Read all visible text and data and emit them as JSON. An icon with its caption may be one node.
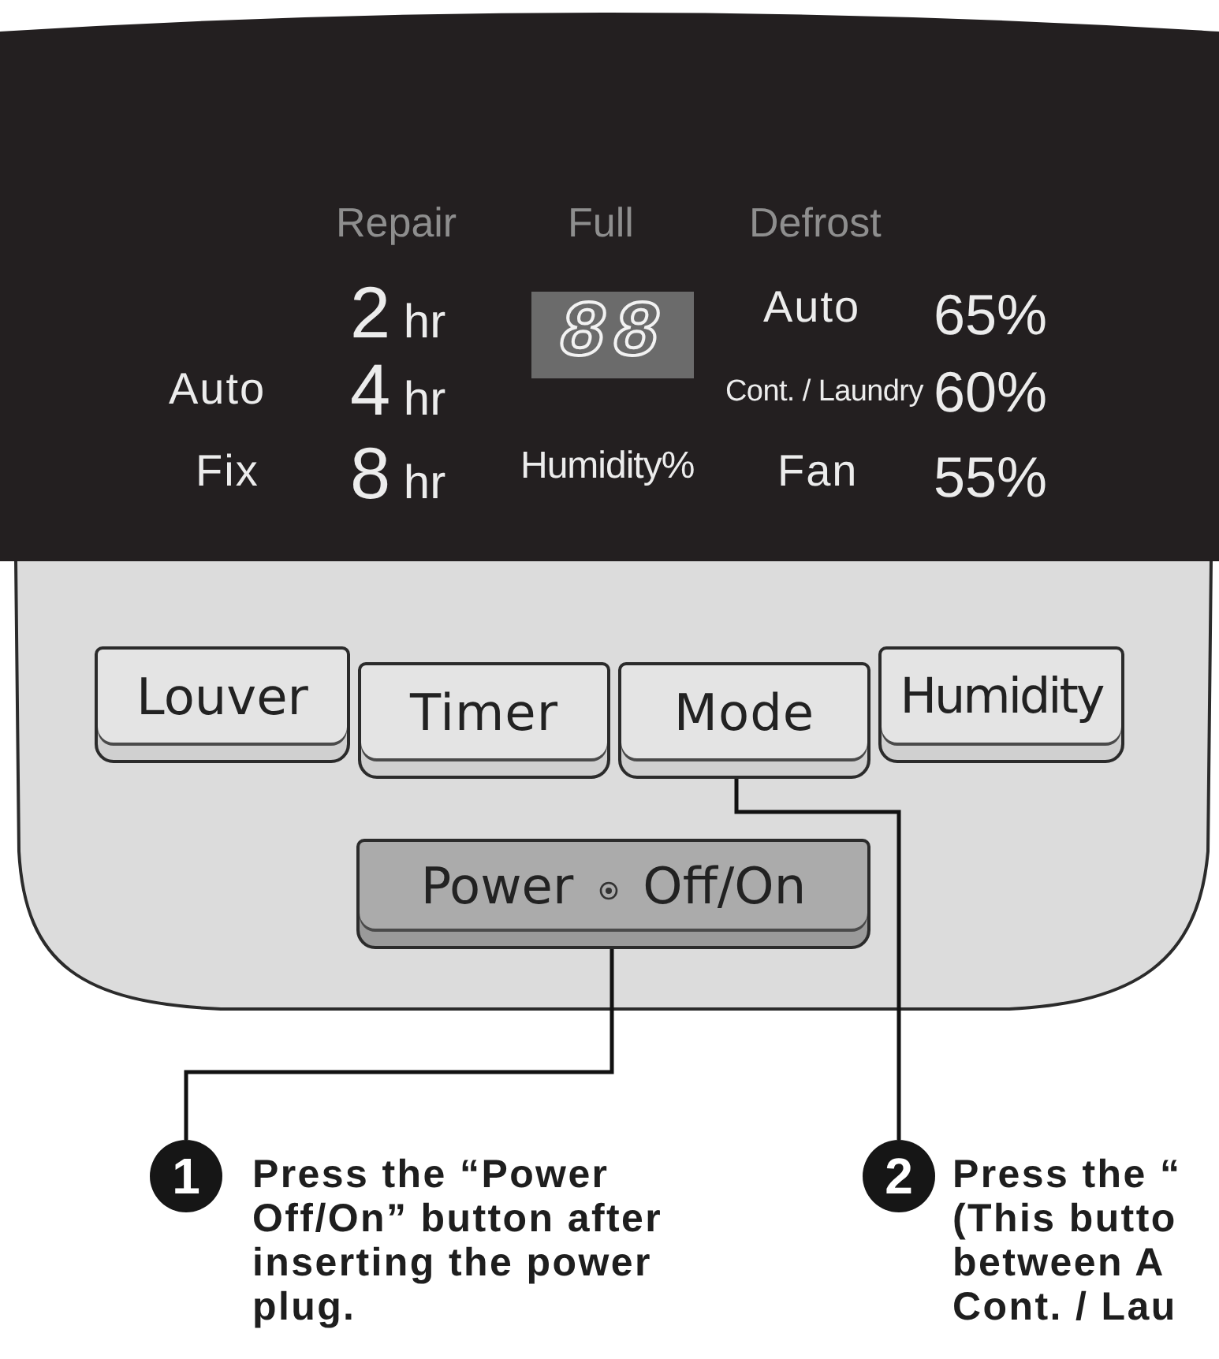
{
  "diagram": {
    "nodes": [
      {
        "text": [
          "88"
        ]
      },
      {
        "text": [
          "Louver"
        ]
      },
      {
        "text": [
          "Timer"
        ]
      },
      {
        "text": [
          "Mode"
        ]
      },
      {
        "text": [
          "Humidity"
        ]
      },
      {
        "text": [
          "Power",
          "Off/On"
        ]
      },
      {
        "text": [
          "1"
        ],
        "beside": [
          "Press the “Power Off/On” button after inserting the power plug."
        ]
      },
      {
        "text": [
          "2"
        ],
        "beside": [
          "Press the “ (This butto between A Cont. / Lau"
        ]
      }
    ],
    "edges": [
      {
        "from": 6,
        "to": 5,
        "arrow": "none"
      },
      {
        "from": 7,
        "to": 3,
        "arrow": "none"
      }
    ],
    "labels": [
      "Repair",
      "Full",
      "Defrost",
      "2 hr",
      "Auto",
      "65%",
      "Auto",
      "4 hr",
      "Cont. / Laundry",
      "60%",
      "Fix",
      "8 hr",
      "Humidity%",
      "Fan",
      "55%"
    ]
  }
}
